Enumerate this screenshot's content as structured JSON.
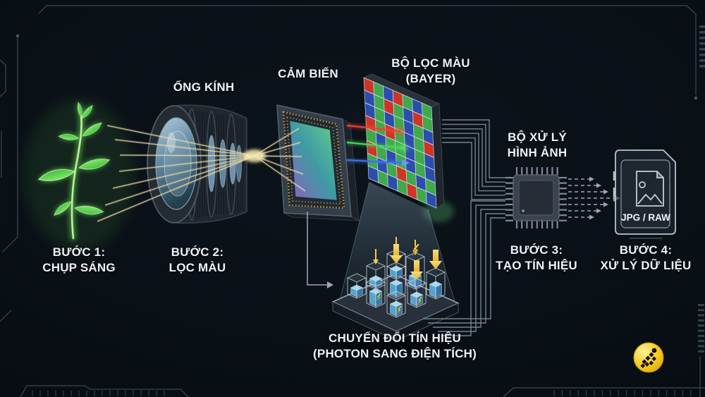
{
  "diagram": {
    "labels": {
      "lens": "ỐNG KÍNH",
      "sensor": "CẢM BIẾN",
      "bayer_line1": "BỘ LỌC MÀU",
      "bayer_line2": "(BAYER)",
      "processor_line1": "BỘ XỬ LÝ",
      "processor_line2": "HÌNH ẢNH",
      "card": "JPG / RAW",
      "conversion_line1": "CHUYỂN ĐỔI TÍN HIỆU",
      "conversion_line2": "(PHOTON SANG ĐIỆN TÍCH)"
    },
    "steps": [
      {
        "title": "BƯỚC 1:",
        "subtitle": "CHỤP SÁNG"
      },
      {
        "title": "BƯỚC 2:",
        "subtitle": "LỌC MÀU"
      },
      {
        "title": "BƯỚC 3:",
        "subtitle": "TẠO TÍN HIỆU"
      },
      {
        "title": "BƯỚC 4:",
        "subtitle": "XỬ LÝ DỮ LIỆU"
      }
    ],
    "bayer_grid": {
      "cols": 7,
      "rows_count": 8,
      "rows": [
        "RGBRGBG",
        "BGRGBRG",
        "BGBGBGB",
        "RGRGBGR",
        "GBGGBGB",
        "RGBGBGB",
        "GBGRGBG",
        "BGBGRGB"
      ],
      "colors": {
        "R": "#cf3526",
        "G": "#3fa94b",
        "B": "#2c4dae"
      }
    },
    "colors": {
      "background": "#070c11",
      "hud_line": "#45545e",
      "label_text": "#eef2f6",
      "light_ray": "#ead9a2",
      "beam_red": "#e8412e",
      "beam_green": "#46d95a",
      "beam_blue": "#3a6ef0",
      "charge_cube": "#5aa7d6",
      "arrow_yellow": "#f2c53e",
      "logo_yellow": "#f5c61d"
    },
    "icons": {
      "plant": "glowing-plant-icon",
      "lens": "camera-lens-icon",
      "sensor": "image-sensor-icon",
      "bayer": "bayer-filter-grid-icon",
      "conversion": "photon-wells-icon",
      "processor": "microchip-icon",
      "card": "sd-card-icon",
      "brand": "pixel-runner-badge"
    }
  }
}
